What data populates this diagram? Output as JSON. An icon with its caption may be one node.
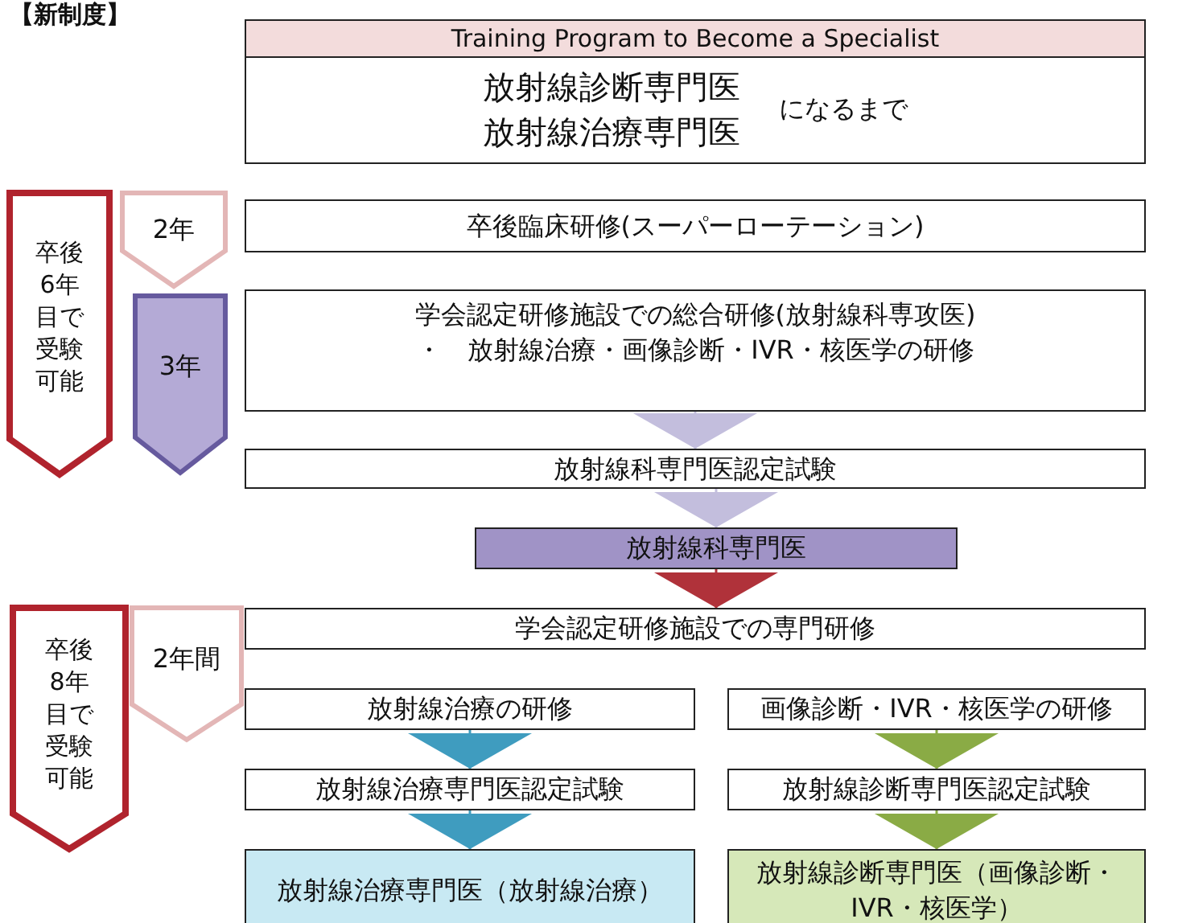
{
  "diagram": {
    "title": "【新制度】",
    "nodes": [
      {
        "text": [
          "Training Program to Become a Specialist",
          "放射線診断専門医",
          "放射線治療専門医",
          "になるまで"
        ]
      },
      {
        "text": [
          "卒後6年目で受験可能"
        ]
      },
      {
        "text": [
          "2年"
        ]
      },
      {
        "text": [
          "3年"
        ]
      },
      {
        "text": [
          "卒後臨床研修(スーパーローテーション)"
        ]
      },
      {
        "text": [
          "学会認定研修施設での総合研修(放射線科専攻医)",
          "・　放射線治療・画像診断・IVR・核医学の研修"
        ]
      },
      {
        "text": [
          "放射線科専門医認定試験"
        ]
      },
      {
        "text": [
          "放射線科専門医"
        ]
      },
      {
        "text": [
          "卒後8年目で受験可能"
        ]
      },
      {
        "text": [
          "2年間"
        ]
      },
      {
        "text": [
          "学会認定研修施設での専門研修"
        ]
      },
      {
        "text": [
          "放射線治療の研修"
        ]
      },
      {
        "text": [
          "画像診断・IVR・核医学の研修"
        ]
      },
      {
        "text": [
          "放射線治療専門医認定試験"
        ]
      },
      {
        "text": [
          "放射線診断専門医認定試験"
        ]
      },
      {
        "text": [
          "放射線治療専門医（放射線治療）"
        ]
      },
      {
        "text": [
          "放射線診断専門医（画像診断・IVR・核医学）"
        ]
      }
    ],
    "edges": [
      {
        "from": 5,
        "to": 6,
        "arrow": "to",
        "color": "#c3bedd"
      },
      {
        "from": 6,
        "to": 7,
        "arrow": "to",
        "color": "#c3bedd"
      },
      {
        "from": 7,
        "to": 10,
        "arrow": "to",
        "color": "#b0323a"
      },
      {
        "from": 11,
        "to": 13,
        "arrow": "to",
        "color": "#3f9cbf"
      },
      {
        "from": 13,
        "to": 15,
        "arrow": "to",
        "color": "#3f9cbf"
      },
      {
        "from": 12,
        "to": 14,
        "arrow": "to",
        "color": "#8aab45"
      },
      {
        "from": 14,
        "to": 16,
        "arrow": "to",
        "color": "#8aab45"
      }
    ]
  }
}
